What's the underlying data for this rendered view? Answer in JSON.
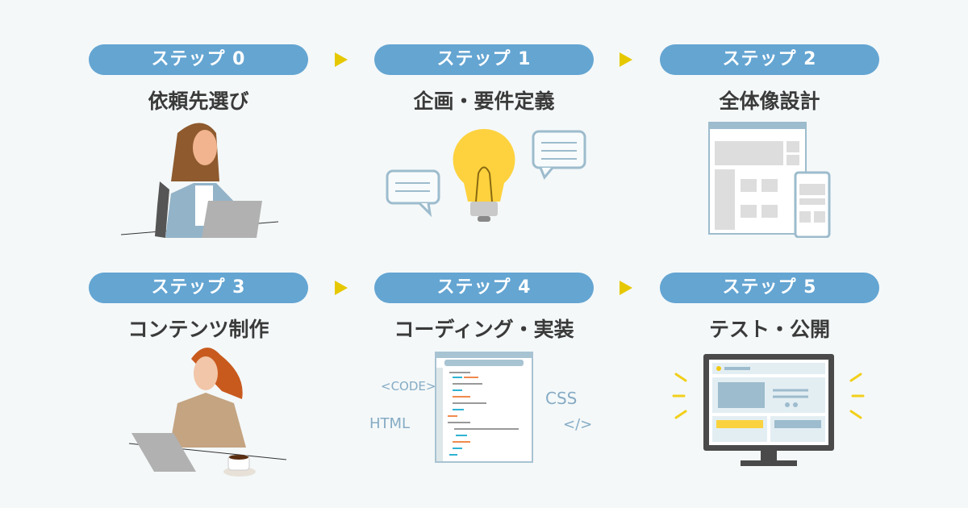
{
  "steps": [
    {
      "label": "ステップ 0",
      "title": "依頼先選び"
    },
    {
      "label": "ステップ 1",
      "title": "企画・要件定義"
    },
    {
      "label": "ステップ 2",
      "title": "全体像設計"
    },
    {
      "label": "ステップ 3",
      "title": "コンテンツ制作"
    },
    {
      "label": "ステップ 4",
      "title": "コーディング・実装"
    },
    {
      "label": "ステップ 5",
      "title": "テスト・公開"
    }
  ],
  "code_labels": {
    "code": "<CODE>",
    "html": "HTML",
    "css": "CSS",
    "tag": "</>"
  },
  "colors": {
    "pill": "#64a5d2",
    "arrow": "#e6c800",
    "text": "#3a3a3a"
  }
}
